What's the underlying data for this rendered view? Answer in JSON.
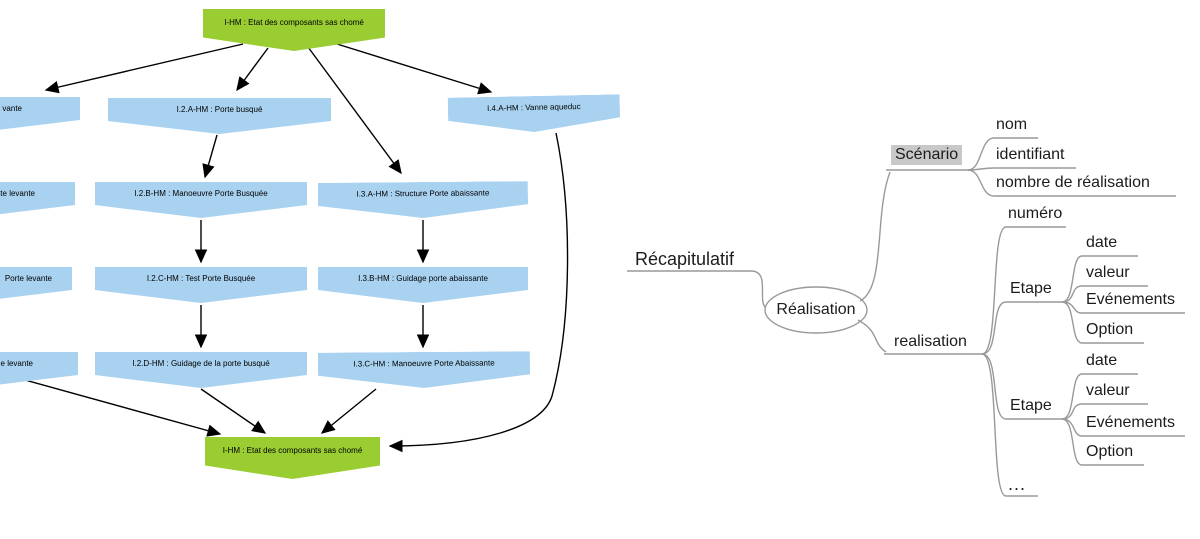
{
  "colors": {
    "start_end_fill": "#9acd32",
    "task_fill": "#a9d2f1",
    "arrow": "#000000",
    "mindmap_line": "#999999",
    "scenario_highlight": "#c8c8c8"
  },
  "flowchart": {
    "start_label": "I-HM : Etat des composants sas chomé",
    "end_label": "I-HM : Etat des composants sas chomé",
    "nodes": [
      {
        "label": "I.2.A-HM : Porte busqué"
      },
      {
        "label": "I.4.A-HM : Vanne aqueduc"
      },
      {
        "label": "I.2.B-HM : Manoeuvre Porte Busquée"
      },
      {
        "label": "I.3.A-HM : Structure Porte abaissante"
      },
      {
        "label": "I.2.C-HM : Test Porte Busquée"
      },
      {
        "label": "I.3.B-HM : Guidage porte abaissante"
      },
      {
        "label": "I.2.D-HM : Guidage de la porte busqué"
      },
      {
        "label": "I.3.C-HM : Manoeuvre Porte Abaissante"
      }
    ],
    "cut_nodes": [
      {
        "label": "vante"
      },
      {
        "label": "te levante"
      },
      {
        "label": "Porte levante"
      },
      {
        "label": "e levante"
      }
    ]
  },
  "mindmap": {
    "root_label": "Récapitulatif",
    "center_label": "Réalisation",
    "scenario": {
      "label": "Scénario",
      "children": [
        {
          "label": "nom"
        },
        {
          "label": "identifiant"
        },
        {
          "label": "nombre de réalisation"
        }
      ]
    },
    "realisation": {
      "label": "realisation",
      "numero": "numéro",
      "etape1": {
        "label": "Etape",
        "children": [
          {
            "label": "date"
          },
          {
            "label": "valeur"
          },
          {
            "label": "Evénements"
          },
          {
            "label": "Option"
          }
        ]
      },
      "etape2": {
        "label": "Etape",
        "children": [
          {
            "label": "date"
          },
          {
            "label": "valeur"
          },
          {
            "label": "Evénements"
          },
          {
            "label": "Option"
          }
        ]
      },
      "more": "..."
    }
  }
}
